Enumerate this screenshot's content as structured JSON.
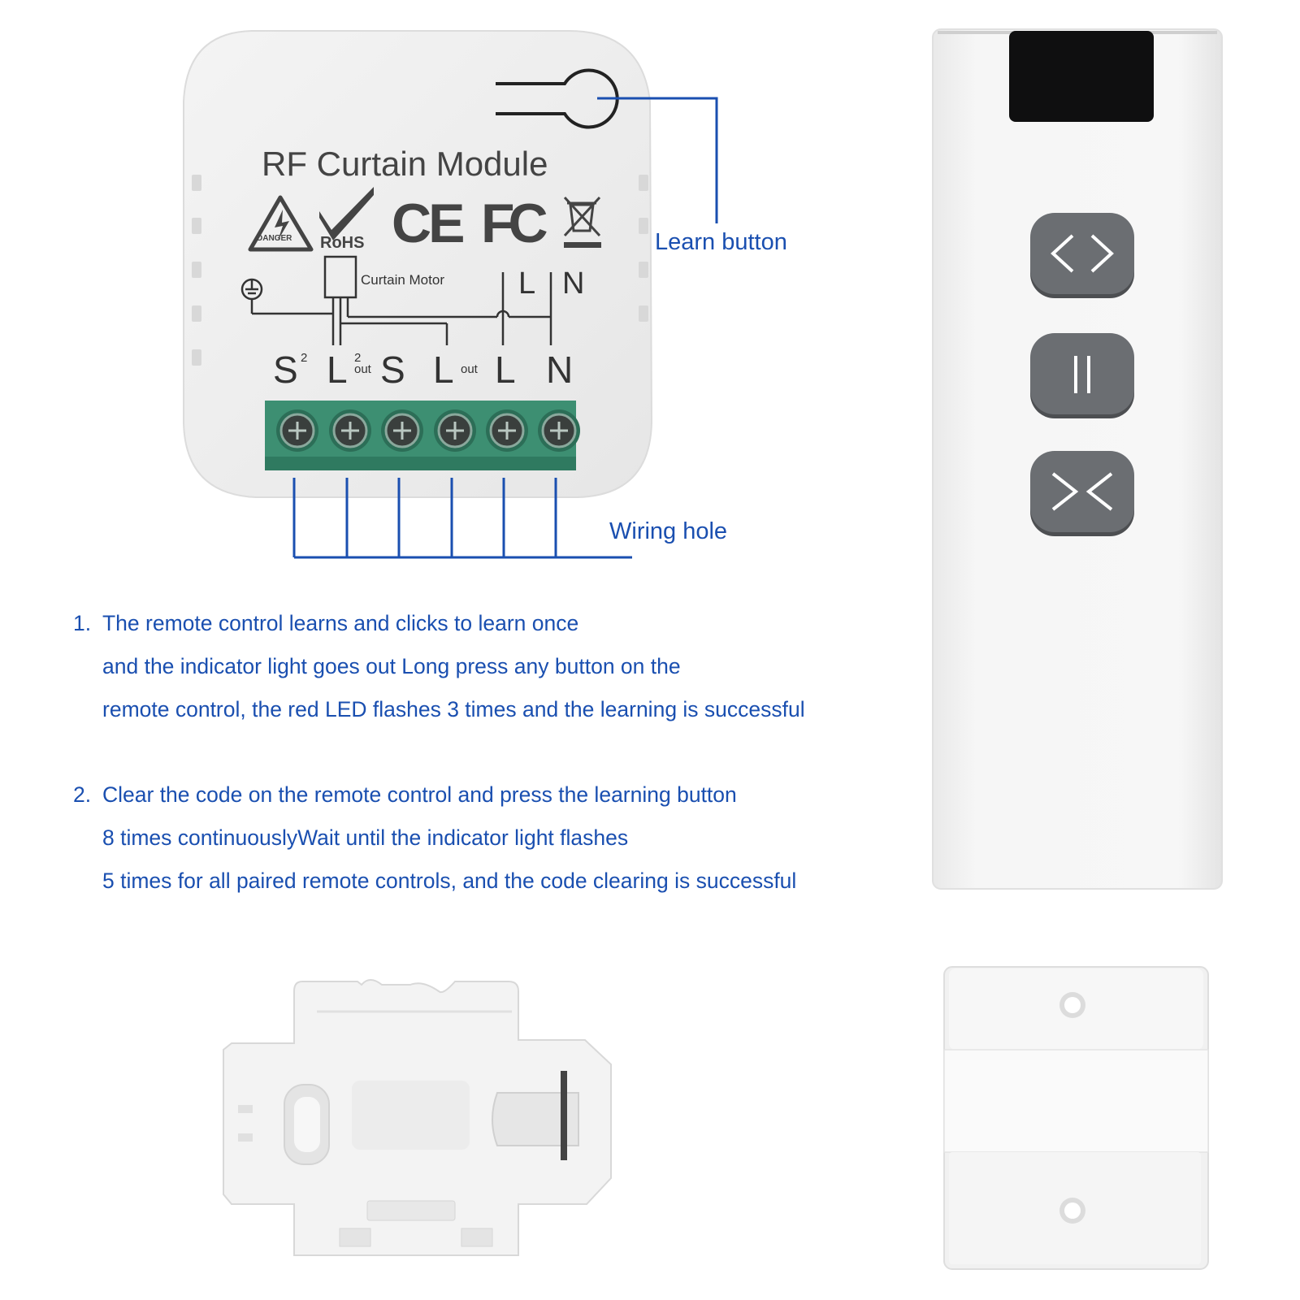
{
  "module": {
    "title": "RF Curtain Module",
    "danger_label": "DANGER",
    "rohs_label": "RoHS",
    "ce_label": "CE",
    "fc_label": "FC",
    "motor_label": "Curtain Motor",
    "supply_labels": [
      "L",
      "N"
    ],
    "terminals": [
      {
        "main": "S",
        "sup": "2",
        "sub": ""
      },
      {
        "main": "L",
        "sup": "2",
        "sub": "out"
      },
      {
        "main": "S",
        "sup": "",
        "sub": ""
      },
      {
        "main": "L",
        "sup": "",
        "sub": "out"
      },
      {
        "main": "L",
        "sup": "",
        "sub": ""
      },
      {
        "main": "N",
        "sup": "",
        "sub": ""
      }
    ]
  },
  "callouts": {
    "learn_button": "Learn button",
    "wiring_hole": "Wiring hole"
  },
  "instructions": [
    {
      "number": "1.",
      "lines": [
        "The remote control learns and clicks to learn once",
        "and the indicator light goes out Long press any button on the",
        "remote control, the red LED flashes 3 times and the learning is successful"
      ]
    },
    {
      "number": "2.",
      "lines": [
        "Clear the code on the remote control and press the learning button",
        "8 times continuouslyWait until the indicator light flashes",
        "5 times for all paired remote controls, and the code clearing is successful"
      ]
    }
  ],
  "remote": {
    "buttons": [
      {
        "icon": "open-arrows-icon"
      },
      {
        "icon": "pause-icon"
      },
      {
        "icon": "close-arrows-icon"
      }
    ]
  },
  "colors": {
    "accent": "#1a4fb0",
    "terminal_block": "#3d8f72",
    "button_gray": "#6b6e72"
  }
}
